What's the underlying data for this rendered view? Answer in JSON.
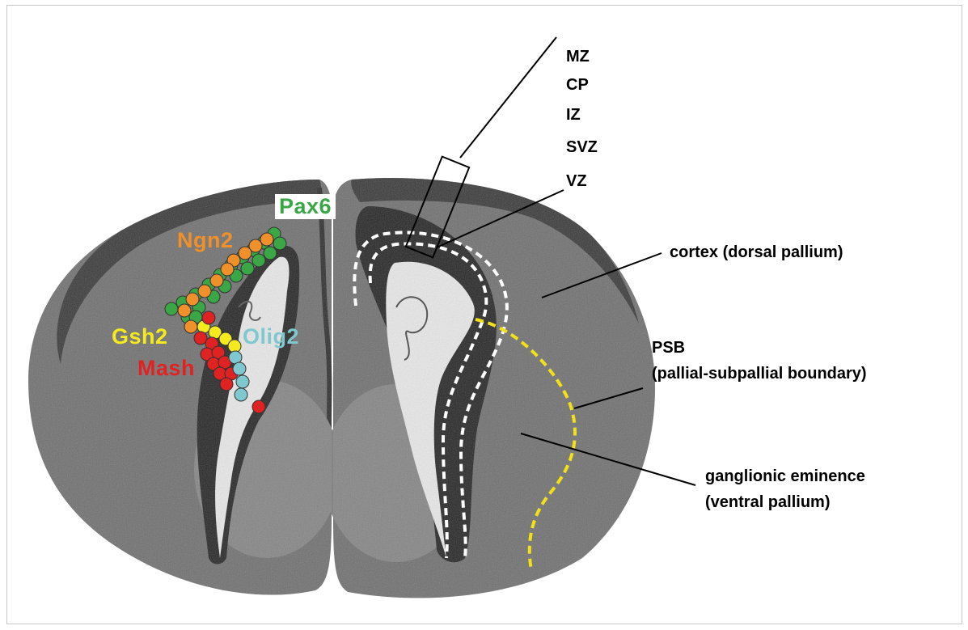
{
  "layers": [
    "MZ",
    "CP",
    "IZ",
    "SVZ",
    "VZ"
  ],
  "regions": {
    "cortex": "cortex (dorsal pallium)",
    "psb_line1": "PSB",
    "psb_line2": "(pallial-subpallial boundary)",
    "ge_line1": "ganglionic eminence",
    "ge_line2": "(ventral pallium)"
  },
  "genes": {
    "pax6": {
      "label": "Pax6",
      "color": "#3aa646"
    },
    "ngn2": {
      "label": "Ngn2",
      "color": "#f0902a"
    },
    "gsh2": {
      "label": "Gsh2",
      "color": "#f5ea1e"
    },
    "olig2": {
      "label": "Olig2",
      "color": "#7fc8cf"
    },
    "mash": {
      "label": "Mash",
      "color": "#e02222"
    }
  },
  "colors": {
    "tissue": "#6e6e6e",
    "ventricle": "#e6e6e6",
    "vz_dashed": "#ffffff",
    "psb_dashed": "#f2e11a"
  }
}
